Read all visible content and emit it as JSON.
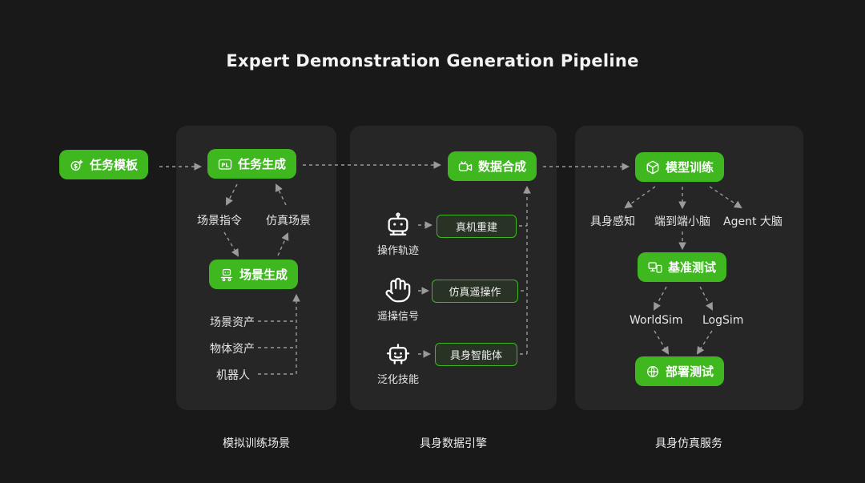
{
  "colors": {
    "background": "#191919",
    "panel": "#262626",
    "accent": "#3eb81e",
    "connector": "#9a9a9a",
    "text": "#f3f3f3"
  },
  "title": "Expert Demonstration Generation Pipeline",
  "task_template": {
    "label": "任务模板",
    "icon": "money-task-icon"
  },
  "panel_sim": {
    "caption": "模拟训练场景",
    "task_gen_label": "任务生成",
    "task_gen_icon": "pl-badge-icon",
    "scene_instruction": "场景指令",
    "sim_scene": "仿真场景",
    "scene_gen_label": "场景生成",
    "scene_gen_icon": "robot-conveyor-icon",
    "assets": [
      "场景资产",
      "物体资产",
      "机器人"
    ]
  },
  "panel_data": {
    "caption": "具身数据引擎",
    "data_syn_label": "数据合成",
    "data_syn_icon": "camcorder-icon",
    "rows": [
      {
        "icon": "robot-icon",
        "source": "操作轨迹",
        "target": "真机重建"
      },
      {
        "icon": "hand-glove-icon",
        "source": "遥操信号",
        "target": "仿真遥操作"
      },
      {
        "icon": "robot-skill-icon",
        "source": "泛化技能",
        "target": "具身智能体"
      }
    ]
  },
  "panel_serve": {
    "caption": "具身仿真服务",
    "model_train_label": "模型训练",
    "model_train_icon": "cube-icon",
    "brains": [
      "具身感知",
      "端到端小脑",
      "Agent 大脑"
    ],
    "benchmark_label": "基准测试",
    "benchmark_icon": "devices-icon",
    "sims": [
      "WorldSim",
      "LogSim"
    ],
    "deploy_label": "部署测试",
    "deploy_icon": "globe-icon"
  }
}
